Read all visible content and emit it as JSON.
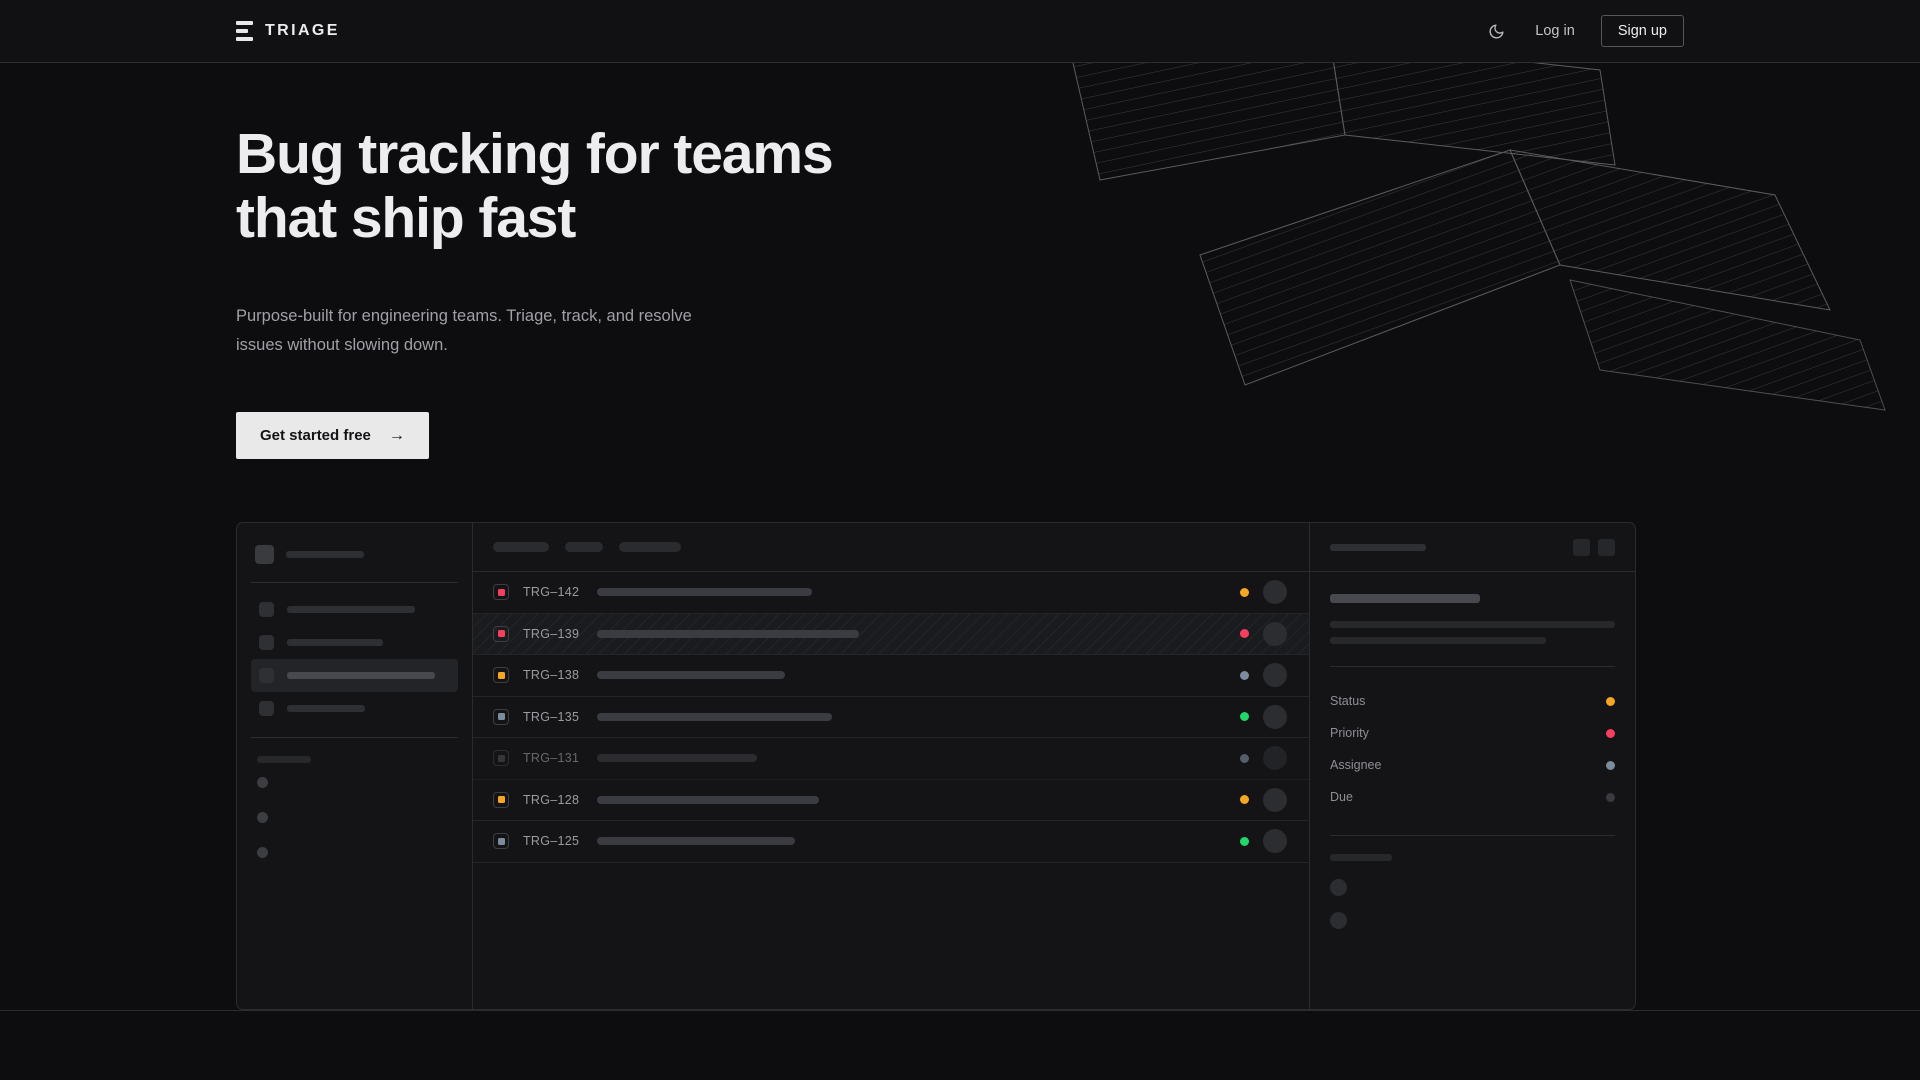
{
  "brand": {
    "name": "TRIAGE",
    "logo_icon": "stacked-bars-icon"
  },
  "nav": {
    "theme_toggle_icon": "moon-icon",
    "login_label": "Log in",
    "signup_label": "Sign up"
  },
  "hero": {
    "headline_line1": "Bug tracking for teams",
    "headline_line2": "that ship fast",
    "subhead": "Purpose-built for engineering teams. Triage, track, and resolve issues without slowing down.",
    "cta_label": "Get started free",
    "cta_arrow_icon": "arrow-right-icon"
  },
  "colors": {
    "page_bg": "#0d0d0f",
    "panel_bg": "#141416",
    "border": "#2a2b2e",
    "accent_amber": "#f5a623",
    "accent_pink": "#f43f5e",
    "accent_green": "#22d86b",
    "accent_slate": "#7d8b9e",
    "accent_gray": "#4a4b50",
    "cta_bg": "#e9e9ea",
    "text_primary": "#ededef",
    "text_muted": "#a0a0a6"
  },
  "mockup": {
    "sidebar": {
      "nav_items": [
        {
          "width": 128,
          "active": false
        },
        {
          "width": 96,
          "active": false
        },
        {
          "width": 148,
          "active": true
        },
        {
          "width": 78,
          "active": false
        }
      ],
      "mini_items": 3
    },
    "list": {
      "toolbar_chips": [
        56,
        38,
        62
      ],
      "rows": [
        {
          "id": "TRG–142",
          "priority_color": "#f43f5e",
          "status_color": "#f5a623",
          "title_width": 215,
          "selected": false,
          "muted": false
        },
        {
          "id": "TRG–139",
          "priority_color": "#f43f5e",
          "status_color": "#f43f5e",
          "title_width": 262,
          "selected": true,
          "muted": false
        },
        {
          "id": "TRG–138",
          "priority_color": "#f5a623",
          "status_color": "#7d8b9e",
          "title_width": 188,
          "selected": false,
          "muted": false
        },
        {
          "id": "TRG–135",
          "priority_color": "#7d8b9e",
          "status_color": "#22d86b",
          "title_width": 235,
          "selected": false,
          "muted": false
        },
        {
          "id": "TRG–131",
          "priority_color": "#4a4b50",
          "status_color": "#7d8b9e",
          "title_width": 160,
          "selected": false,
          "muted": true
        },
        {
          "id": "TRG–128",
          "priority_color": "#f5a623",
          "status_color": "#f5a623",
          "title_width": 222,
          "selected": false,
          "muted": false
        },
        {
          "id": "TRG–125",
          "priority_color": "#7d8b9e",
          "status_color": "#22d86b",
          "title_width": 198,
          "selected": false,
          "muted": false
        }
      ]
    },
    "detail": {
      "header_skeleton_width": 96,
      "header_buttons": 2,
      "body_skeletons": [
        150,
        285,
        216
      ],
      "meta": [
        {
          "label": "Status",
          "color": "#f5a623"
        },
        {
          "label": "Priority",
          "color": "#f43f5e"
        },
        {
          "label": "Assignee",
          "color": "#7d8b9e"
        },
        {
          "label": "Due",
          "color": "#3a3b40"
        }
      ],
      "footer_skeleton_width": 62,
      "footer_avatars": 2
    }
  }
}
